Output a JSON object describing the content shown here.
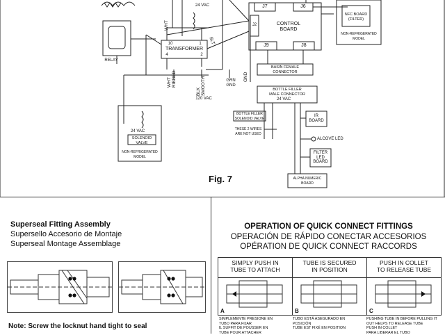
{
  "wiring": {
    "vac_top": "24 VAC",
    "wht_top": "WHT",
    "slt": "SLT",
    "pins_10": "10",
    "pins_1": "1",
    "pins_4": "4",
    "pins_2": "2",
    "transformer": "TRANSFORMER",
    "relay": "RELAY",
    "j7": "J7",
    "j6": "J6",
    "j2": "J2",
    "j9": "J9",
    "j8": "J8",
    "control_board": "CONTROL\nBOARD",
    "nfc_board": "NFC BOARD\n(FILTER)",
    "nfc_note": "NON-REFRIGERATED\nMODEL",
    "basin": "BASIN FEMALE\nCONNECTOR",
    "wht_ribbed": "WHT\nRIBBED",
    "blk_smooth": "BLK\nSMOOTH",
    "vac_120": "120 VAC",
    "grn_gnd": "GRN\nGND",
    "gnd": "GND",
    "bottle_filler": "BOTTLE FILLER\nMALE CONNECTOR",
    "vac_bf": "24 VAC",
    "bf_solenoid": "BOTTLE FILLER\nSOLENOID VALVE",
    "unused_wires": "THESE 2 WIRES\nARE NOT USED",
    "ir_board": "IR\nBOARD",
    "alcove_led": "ALCOVE LED",
    "filter_led": "FILTER\nLED\nBOARD",
    "alpha_board": "ALPHA NUMERIC\nBOARD",
    "vac_sol": "24 VAC",
    "solenoid": "SOLENOID\nVALVE",
    "sol_note": "NON-REFRIGERATED\nMODEL",
    "fig": "Fig. 7"
  },
  "superseal": {
    "title": "Superseal Fitting Assembly",
    "sub_es": "Supersello Accesorio de Montaje",
    "sub_fr": "Superseal Montage Assemblage",
    "note": "Note:  Screw the locknut hand tight to seal"
  },
  "quick_connect": {
    "title_en": "OPERATION OF QUICK CONNECT FITTINGS",
    "title_es": "OPERACIÓN DE RÁPIDO CONECTAR ACCESORIOS",
    "title_fr": "OPÉRATION DE QUICK CONNECT RACCORDS",
    "steps": [
      {
        "head": "SIMPLY PUSH IN\nTUBE TO ATTACH",
        "letter": "A",
        "note": "SIMPLEMENTE PRESIONE EN\nTUBO PARA FIJAR\nIL SUFFIT DE POUSSER EN\nTUBE POUR ATTACHER"
      },
      {
        "head": "TUBE IS SECURED\nIN POSITION",
        "letter": "B",
        "note": "TUBO ESTÁ ASEGURADO EN\nPOSICIÓN\nTUBE EST FIXÉ EN POSITION"
      },
      {
        "head": "PUSH IN COLLET\nTO RELEASE TUBE",
        "letter": "C",
        "note": "PUSHING TUBE IN BEFORE PULLING IT\nOUT HELPS TO RELEASE TUBE\nPUSH IN COLLET\nPARA LIBERAR EL TUBO"
      }
    ]
  }
}
